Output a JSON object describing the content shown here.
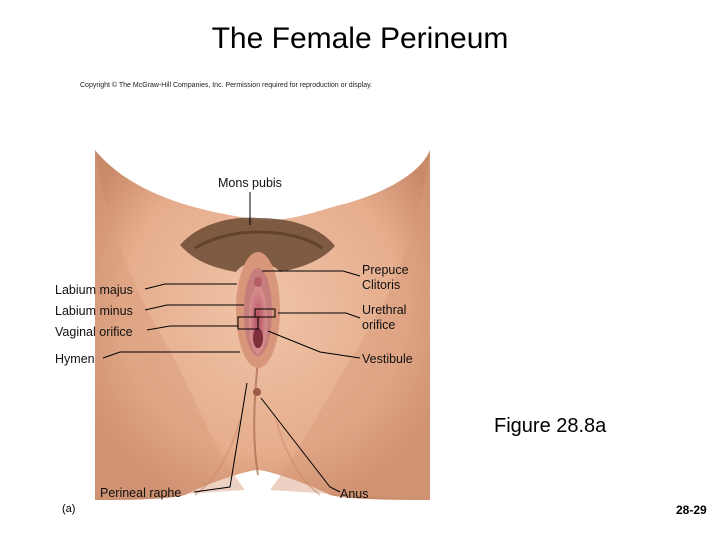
{
  "title": "The Female Perineum",
  "copyright": "Copyright © The McGraw-Hill Companies, Inc. Permission required for reproduction or display.",
  "labels": {
    "mons_pubis": "Mons pubis",
    "labium_majus": "Labium majus",
    "labium_minus": "Labium minus",
    "vaginal_orifice": "Vaginal orifice",
    "hymen": "Hymen",
    "prepuce": "Prepuce",
    "clitoris": "Clitoris",
    "urethral_1": "Urethral",
    "urethral_2": "orifice",
    "vestibule": "Vestibule",
    "perineal_raphe": "Perineal raphe",
    "anus": "Anus"
  },
  "figure_caption": "Figure 28.8a",
  "panel_letter": "(a)",
  "page_number": "28-29",
  "colors": {
    "skin": "#e8b394",
    "skin_shadow": "#c98a6a",
    "hair": "#6b4a32",
    "mucosa": "#c9707a"
  }
}
